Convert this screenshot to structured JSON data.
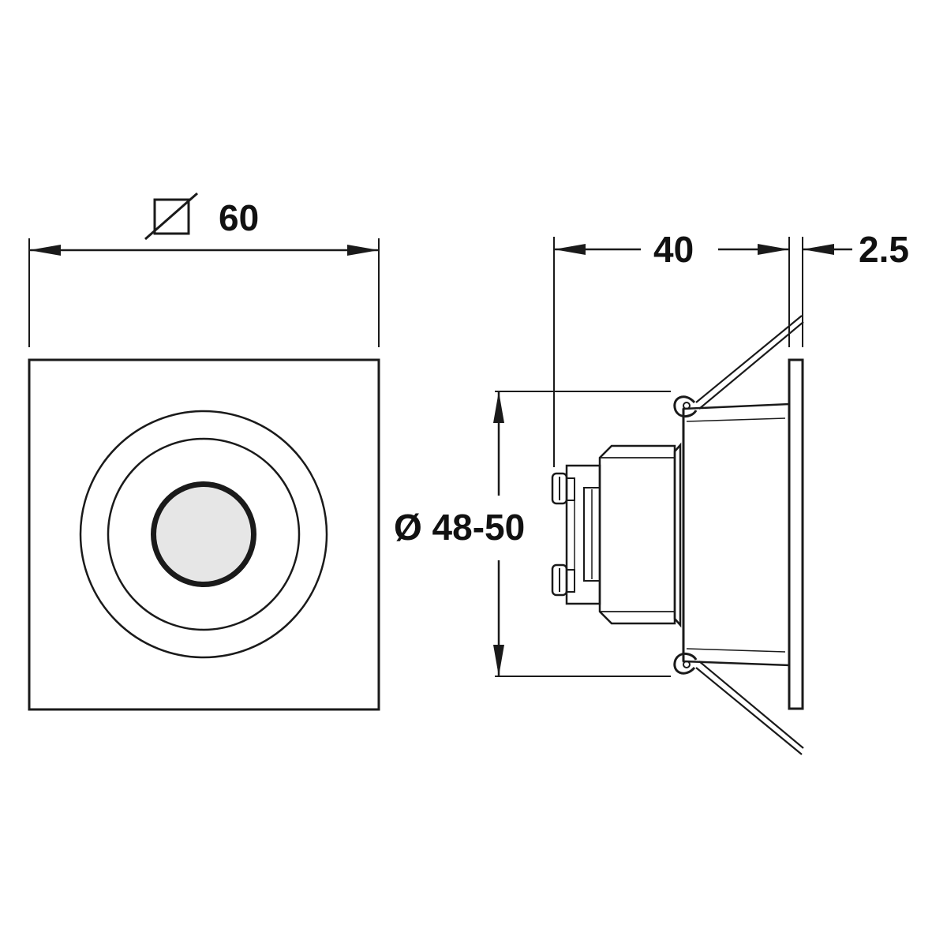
{
  "dimensions": {
    "square_width": "60",
    "depth": "40",
    "flange_thickness": "2.5",
    "cutout_diameter": "Ø 48-50"
  },
  "icons": {
    "square_symbol": "square-dimension-icon"
  },
  "colors": {
    "line": "#1a1a1a",
    "lens_fill": "#e6e6e6",
    "background": "#ffffff"
  }
}
